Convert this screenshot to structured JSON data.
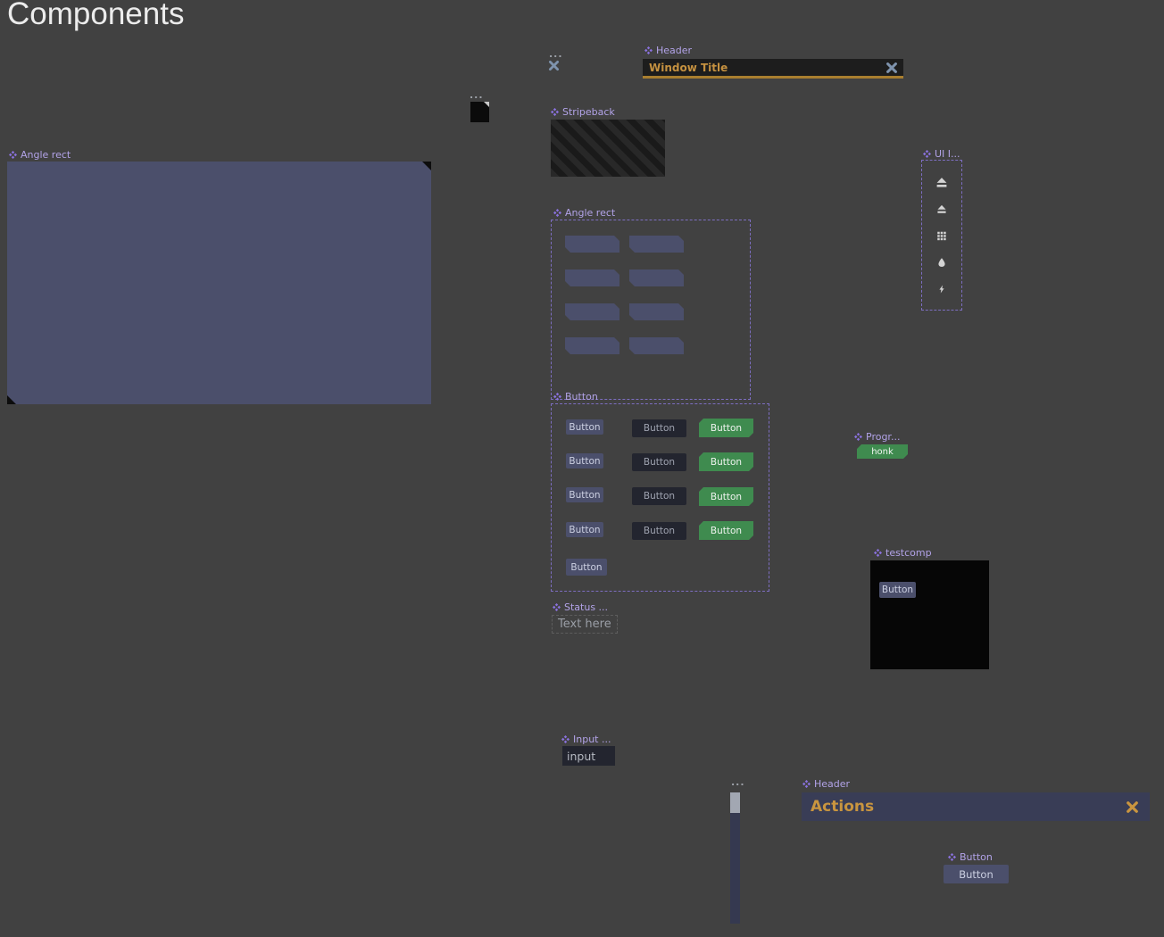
{
  "page": {
    "title": "Components"
  },
  "ellipsis": "...",
  "markers": {
    "header1": "Header",
    "stripeback": "Stripeback",
    "angle_rect_large": "Angle rect",
    "angle_rect_grid": "Angle rect",
    "button_group": "Button",
    "status": "Status ...",
    "progress": "Progr...",
    "ui_list": "UI I...",
    "testcomp": "testcomp",
    "input": "Input ...",
    "header2": "Header",
    "button_single": "Button"
  },
  "window_header": {
    "title": "Window Title"
  },
  "actions_header": {
    "title": "Actions"
  },
  "button_label": "Button",
  "status_text": "Text here",
  "progress_bar": {
    "label": "honk"
  },
  "input_field": {
    "value": "input"
  },
  "ui_icon_names": [
    "eject",
    "eject",
    "grid",
    "droplet",
    "bolt"
  ],
  "colors": {
    "background": "#414141",
    "marker_purple": "#8b72e0",
    "marker_text": "#b2a3e8",
    "blue_button_bg": "#4b4f6b",
    "dark_button_bg": "#23252f",
    "green_accent": "#3f8b4f",
    "window_header_bg": "#1d1d1d",
    "header_accent_orange": "#c9953f",
    "actions_header_bg": "#393d56",
    "close_x_steel": "#7e93ad"
  }
}
